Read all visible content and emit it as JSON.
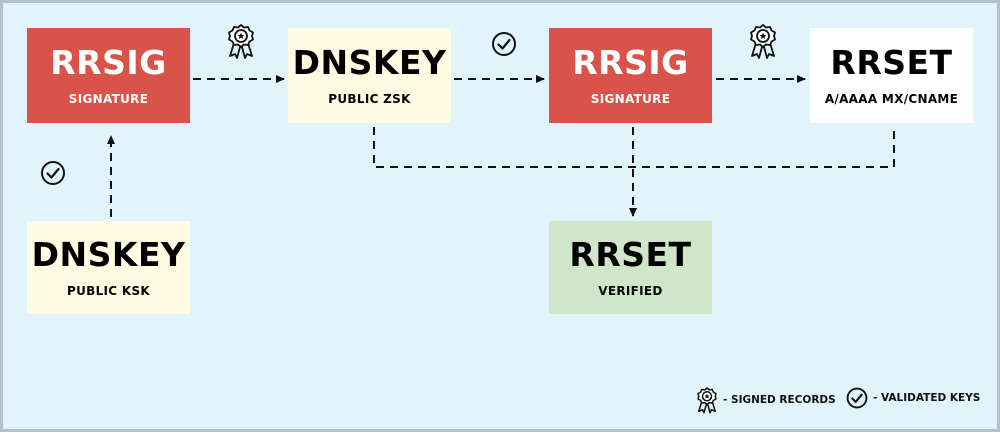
{
  "nodes": {
    "rrsig_1": {
      "title": "RRSIG",
      "sub": "SIGNATURE"
    },
    "dnskey_zsk": {
      "title": "DNSKEY",
      "sub": "PUBLIC ZSK"
    },
    "rrsig_2": {
      "title": "RRSIG",
      "sub": "SIGNATURE"
    },
    "rrset": {
      "title": "RRSET",
      "sub": "A/AAAA MX/CNAME"
    },
    "dnskey_ksk": {
      "title": "DNSKEY",
      "sub": "PUBLIC KSK"
    },
    "rrset_verified": {
      "title": "RRSET",
      "sub": "VERIFIED"
    }
  },
  "legend": {
    "signed_label": "- SIGNED RECORDS",
    "validated_label": "- VALIDATED KEYS"
  },
  "icons": {
    "signed": "award-ribbon-icon",
    "validated": "check-circle-icon"
  },
  "colors": {
    "background": "#e1f4fc",
    "signature_red": "#d9534a",
    "key_yellow": "#fefde3",
    "rrset_white": "#ffffff",
    "verified_green": "#cfe7c8"
  }
}
